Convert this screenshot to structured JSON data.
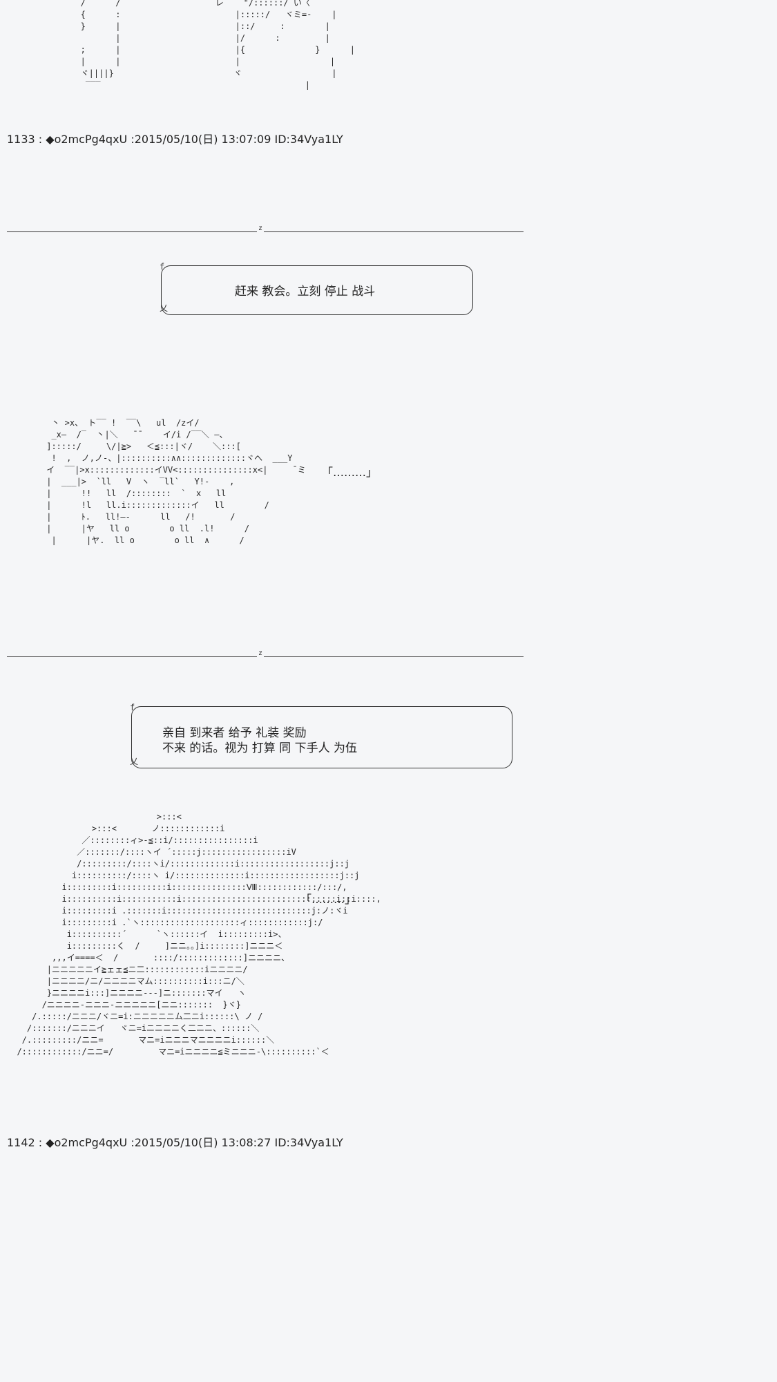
{
  "art_top": "   /      /                   レ    \"/::::::/ い〈\n   {      :                       |:::::/   ヾミ=-    |\n   }      |                       |::/     :        |\n          |                       |/      :         |\n   ;      |                       |{              }      |\n   |      |                       |                  |\n   ヾ||||}                        ヾ                  |\n    ‾‾‾                                         |",
  "posts": [
    {
      "header": "1133 : ◆o2mcPg4qxU :2015/05/10(日) 13:07:09 ID:34Vya1LY"
    },
    {
      "header": "1142 : ◆o2mcPg4qxU :2015/05/10(日) 13:08:27 ID:34Vya1LY"
    }
  ],
  "separator_mark": "z",
  "bubble1": {
    "text": "赶来 教会。立刻 停止 战斗",
    "corner_tl": "f",
    "corner_bl": "乂"
  },
  "art_mid": "  丶 >x、 ト‾‾ !  ‾‾\\   ul  /zイ/\n  _x―  /‾  丶|＼   ̄ ̄     イ/i /‾‾＼ ―、\n ]:::::/     \\/|≧>   ＜≦:::|ヾ/    ＼:::[\n  !  ,  ノ,ノ-、|::::::::::∧∧:::::::::::::ヾへ  ___Y\n イ  ‾‾|>x:::::::::::::イVV<:::::::::::::::x<|     ̄ ミ\n |  ___|>  `ll   V  ヽ  ‾ll`   Y!-    ,\n |      !!   ll  /::::::::  `  x   ll\n |      !l   ll.i:::::::::::::イ   ll        /\n |      ﾄ.   ll!―‐      ll   /!       /\n |      |ヤ   ll o        o ll  .l!      /\n  |      |ヤ.  ll o        o ll  ∧      /",
  "quote1": "「………」",
  "bubble2": {
    "line1": "亲自 到来者 给予 礼装 奖励",
    "line2": "不来 的话。视为 打算 同 下手人 为伍",
    "corner_tl": "f",
    "corner_bl": "乂"
  },
  "art_bottom": "                              >:::<\n                 >:::<       ノ::::::::::::i\n               ／::::::::ィ>‐≦::i/::::::::::::::::i\n              ／:::::::/::::ヽイ ´:::::j:::::::::::::::::iV\n              /:::::::::/::::ヽi/:::::::::::::i::::::::::::::::::j::j\n             i::::::::::/::::ヽ i/::::::::::::::i::::::::::::::::::j::j\n           i:::::::::i::::::::::i:::::::::::::::Ⅷ::::::::::::/:::/,\n           i::::::::::i:::::::::::i:::::::::::::::::::::::::::::::i::i::::,\n           i:::::::::i .:::::::i:::::::::::::::::::::::::::::j:ノ:ヾi\n           i:::::::::i .`ヽ::::::::::::::::::::ィ::::::::::::j:/\n            i::::::::::´      `ヽ::::::イ  i:::::::::i>、\n            i:::::::::く  /     ]ニニ。。]i::::::::]ニニニ＜\n         ,,,イ====＜  /       ::::/:::::::::::::]ニニニニ、\n        |ニニニニニイ≧ェェ≦ニ二::::::::::::iニニニニ/\n        |ニニニニ/ニ/ニニニニマム::::::::::i:::ニ/＼\n        }ニニニニi:::]ニニニニ--‐]ニ:::::::マイ   ヽ\n       /ニニニニ-ニニニ-ニニニニニ[ニニ:::::::  }ヾ}\n     /.:::::/ニニニ/ヾニ=i:ニニニニニム二ニi::::::\\ ノ /\n    /:::::::/ニニニイ   ヾニ=iニニニニく二ニニ、::::::＼\n   /.:::::::::/ニニ=       マニ=iニニニマニニニニi::::::＼\n  /::::::::::::/ニニ=/         マニ=iニニニニ≦ミニニニ‐\\::::::::::`＜",
  "quote2": "「………」"
}
